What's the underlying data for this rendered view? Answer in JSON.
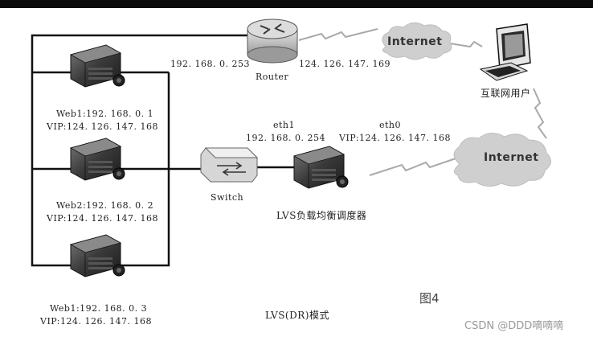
{
  "labels": {
    "router_left_ip": "192. 168. 0. 253",
    "router_name": "Router",
    "router_right_ip": "124. 126. 147. 169",
    "internet_top": "Internet",
    "internet_right": "Internet",
    "user": "互联网用户",
    "web1_ip": "Web1:192. 168. 0. 1",
    "web1_vip": "VIP:124. 126. 147. 168",
    "web2_ip": "Web2:192. 168. 0. 2",
    "web2_vip": "VIP:124. 126. 147. 168",
    "web3_ip": "Web1:192. 168. 0. 3",
    "web3_vip": "VIP:124. 126. 147. 168",
    "eth1": "eth1",
    "eth1_ip": "192. 168. 0. 254",
    "eth0": "eth0",
    "eth0_vip": "VIP:124. 126. 147. 168",
    "switch": "Switch",
    "lvs": "LVS负载均衡调度器",
    "caption": "LVS(DR)模式",
    "figure": "图4",
    "watermark": "CSDN @DDD嘀嘀嘀"
  },
  "icons": [
    "router-icon",
    "switch-icon",
    "server-icon",
    "computer-icon",
    "cloud-icon"
  ],
  "colors": {
    "line": "#111111",
    "cloud": "#cfcfcf",
    "zigzag": "#a9a9a9",
    "server": "#2b2b2b"
  }
}
